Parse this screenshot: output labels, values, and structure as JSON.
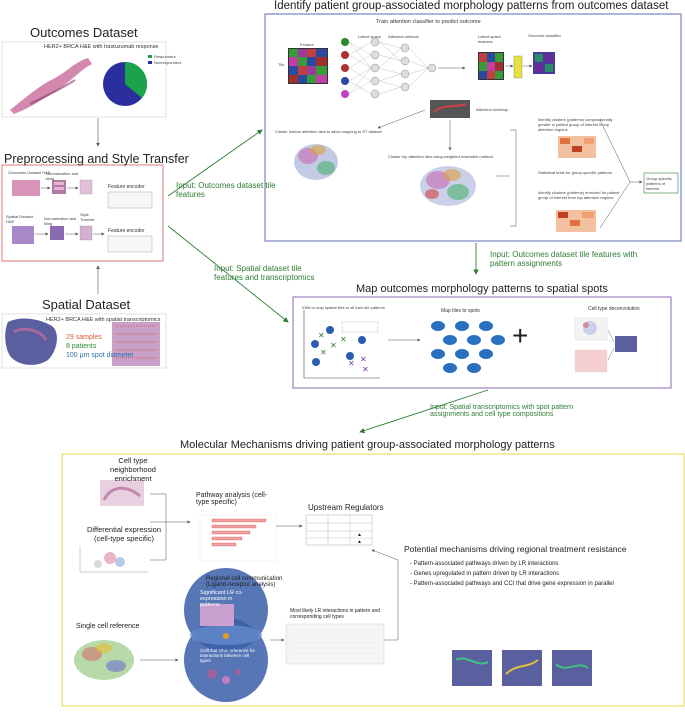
{
  "outcomes": {
    "title": "Outcomes Dataset",
    "subtitle": "HER2+ BRCA H&E with trastuzumab response",
    "legend": [
      "Responders",
      "Nonresponders"
    ],
    "colors": {
      "responders": "#1aa34a",
      "nonresponders": "#2b2f9e"
    }
  },
  "preprocess": {
    "title": "Preprocessing and Style Transfer",
    "outcomes_he": "Outcomes Dataset H&E",
    "norm_tiling_1": "Normalization and tiling",
    "feature_encoder_1": "Feature encoder",
    "spatial_he": "Spatial Dataset H&E",
    "norm_tiling_2": "Normalization and tiling",
    "style_transfer": "Style Transfer",
    "feature_encoder_2": "Feature encoder"
  },
  "spatial": {
    "title": "Spatial Dataset",
    "subtitle": "HER2+ BRCA H&E with spatial transcriptomics",
    "samples": "29 samples",
    "patients": "8 patients",
    "diameter": "100 μm spot diameter"
  },
  "identify": {
    "title": "Identify patient group-associated morphology patterns from outcomes dataset",
    "train_label": "Train attention classifier to predict outcome",
    "feature": "Feature",
    "tile": "Tile",
    "latent_space": "Latent space",
    "attention_network": "Attention network",
    "latent_space_features": "Latent space features",
    "outcome_classifier": "Outcome classifier",
    "attention_heatmap": "Attention heatmap",
    "cluster_bottom": "Cluster bottom attention tiles to allow mapping to ST dataset",
    "cluster_top": "Cluster top attention tiles using weighted ensemble method",
    "identify_comp": "Identify clusters (patterns) compositionally greater in patient group of interest in top attention regions",
    "stat_tests": "Statistical tests for group-specific patterns",
    "identify_enriched": "Identify clusters (patterns) enriched for patient group of interest from top attention regions",
    "group_specific": "Group-specific patterns of interest"
  },
  "arrows": {
    "input_outcomes": "Input: Outcomes dataset tile features",
    "input_spatial": "Input: Spatial dataset tile features and transcriptomics",
    "input_outcomes_assign": "Input: Outcomes dataset tile features with pattern assignments",
    "input_st": "Input: Spatial transcriptomics with spot pattern assignments and cell type compositions"
  },
  "map": {
    "title": "Map outcomes morphology patterns to spatial spots",
    "knn": "KNN to map spatial tiles to all train tile patterns",
    "map_tiles": "Map tiles to spots",
    "deconv": "Cell type deconvolution",
    "plus": "+"
  },
  "molecular": {
    "title": "Molecular Mechanisms driving patient group-associated morphology patterns",
    "neighborhood": "Cell type neighborhood enrichment",
    "diff_expr": "Differential expression (cell-type specific)",
    "pathway": "Pathway analysis (cell-type specific)",
    "upstream": "Upstream Regulators",
    "regional_comm": "Regional cell communication (Ligand-receptor analysis)",
    "significant_lr": "Significant LR co-expression in patterns",
    "cellchat": "CellChat struc reference for interactions between cell types",
    "most_likely": "Most likely LR interactions in pattern and corresponding cell types",
    "single_cell": "Single cell reference",
    "potential_title": "Potential mechanisms driving regional treatment resistance",
    "bullets": [
      "Pattern-associated pathways driven by LR interactions",
      "Genes upregulated in pattern driven by LR interactions",
      "Pattern-associated pathways and CCI that drive gene expression in parallel"
    ]
  },
  "colors": {
    "identify_border": "#5b6bb5",
    "map_border": "#8a6bb0",
    "molecular_border": "#e6d84a",
    "preprocess_border": "#e07a7a",
    "arrow_green": "#2e7d32"
  }
}
